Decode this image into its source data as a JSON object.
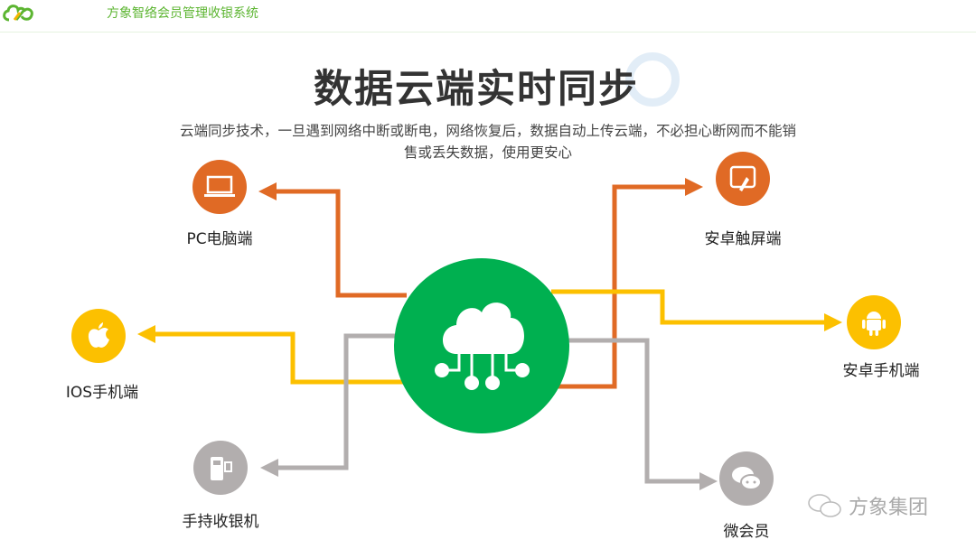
{
  "header": {
    "app_title": "方象智络会员管理收银系统"
  },
  "main": {
    "title": "数据云端实时同步",
    "subtitle_line1": "云端同步技术，一旦遇到网络中断或断电，网络恢复后，数据自动上传云端，不必担心断网而不能销",
    "subtitle_line2": "售或丢失数据，使用更安心",
    "center_icon": "cloud-network-icon",
    "nodes": [
      {
        "label": "PC电脑端",
        "icon": "laptop-icon",
        "color": "#e06a25"
      },
      {
        "label": "安卓触屏端",
        "icon": "touchscreen-icon",
        "color": "#e06a25"
      },
      {
        "label": "IOS手机端",
        "icon": "apple-icon",
        "color": "#fcc000"
      },
      {
        "label": "安卓手机端",
        "icon": "android-icon",
        "color": "#fcc000"
      },
      {
        "label": "手持收银机",
        "icon": "pos-terminal-icon",
        "color": "#b2aeae"
      },
      {
        "label": "微会员",
        "icon": "chat-bubbles-icon",
        "color": "#b2aeae"
      }
    ],
    "center_color": "#00b050"
  },
  "watermark": {
    "text": "方象集团"
  }
}
